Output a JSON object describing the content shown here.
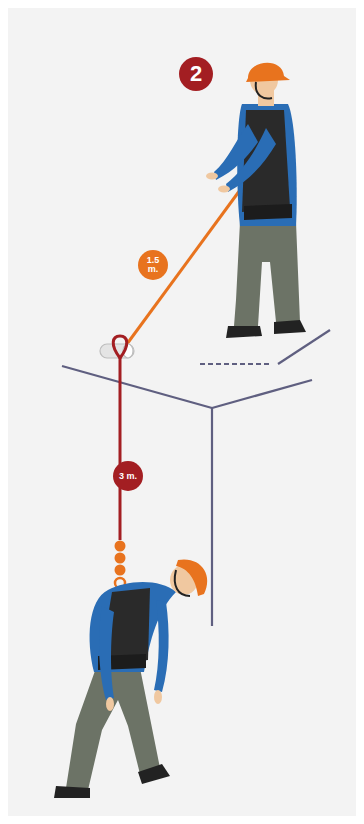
{
  "diagram": {
    "labels": [
      "2",
      "1.5 m.",
      "3 m."
    ]
  }
}
